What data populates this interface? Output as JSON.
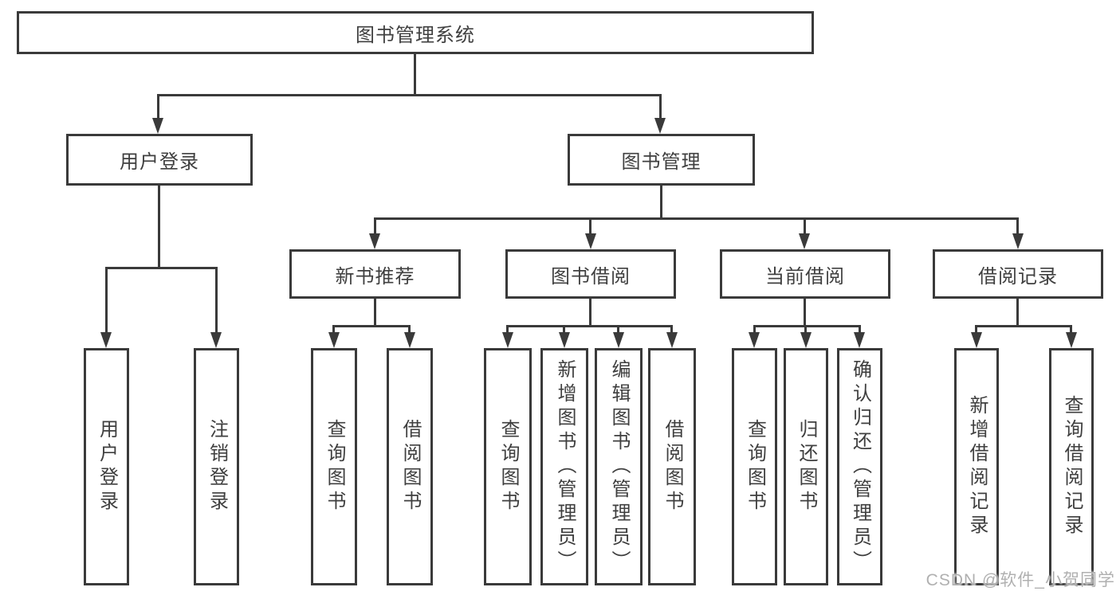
{
  "diagram": {
    "root": {
      "label": "图书管理系统"
    },
    "level2": [
      {
        "label": "用户登录"
      },
      {
        "label": "图书管理"
      }
    ],
    "level3": [
      {
        "label": "新书推荐"
      },
      {
        "label": "图书借阅"
      },
      {
        "label": "当前借阅"
      },
      {
        "label": "借阅记录"
      }
    ],
    "leaves": {
      "login": [
        "用户登录",
        "注销登录"
      ],
      "recommend": [
        "查询图书",
        "借阅图书"
      ],
      "borrow": [
        "查询图书",
        "新增图书（管理员）",
        "编辑图书（管理员）",
        "借阅图书"
      ],
      "current": [
        "查询图书",
        "归还图书",
        "确认归还（管理员）"
      ],
      "records": [
        "新增借阅记录",
        "查询借阅记录"
      ]
    }
  },
  "watermark": {
    "text": "CSDN @软件_小贺同学"
  },
  "colors": {
    "line": "#3a3a3a",
    "text": "#3f3f3f",
    "background": "#ffffff",
    "watermark": "#b0b0b0"
  }
}
